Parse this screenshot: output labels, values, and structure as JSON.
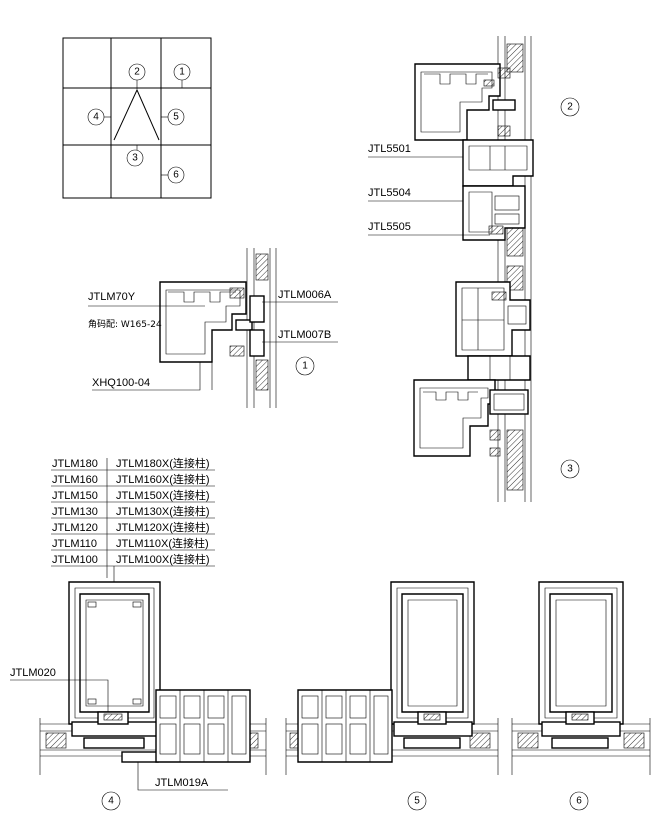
{
  "key_plan": {
    "markers": [
      "1",
      "2",
      "3",
      "4",
      "5",
      "6"
    ]
  },
  "section1": {
    "marker": "1",
    "label_profile": "JTLM70Y",
    "label_note": "角码配: W165-24",
    "label_bottom": "XHQ100-04",
    "label_right_top": "JTLM006A",
    "label_right_bottom": "JTLM007B"
  },
  "section2": {
    "marker": "2",
    "labels": [
      "JTL5501",
      "JTL5504",
      "JTL5505"
    ]
  },
  "section3": {
    "marker": "3"
  },
  "mullion_table": {
    "rows": [
      {
        "left": "JTLM180",
        "right": "JTLM180X(连接柱)"
      },
      {
        "left": "JTLM160",
        "right": "JTLM160X(连接柱)"
      },
      {
        "left": "JTLM150",
        "right": "JTLM150X(连接柱)"
      },
      {
        "left": "JTLM130",
        "right": "JTLM130X(连接柱)"
      },
      {
        "left": "JTLM120",
        "right": "JTLM120X(连接柱)"
      },
      {
        "left": "JTLM110",
        "right": "JTLM110X(连接柱)"
      },
      {
        "left": "JTLM100",
        "right": "JTLM100X(连接柱)"
      }
    ]
  },
  "section4": {
    "marker": "4",
    "label_left": "JTLM020",
    "label_bottom": "JTLM019A"
  },
  "section5": {
    "marker": "5"
  },
  "section6": {
    "marker": "6"
  }
}
